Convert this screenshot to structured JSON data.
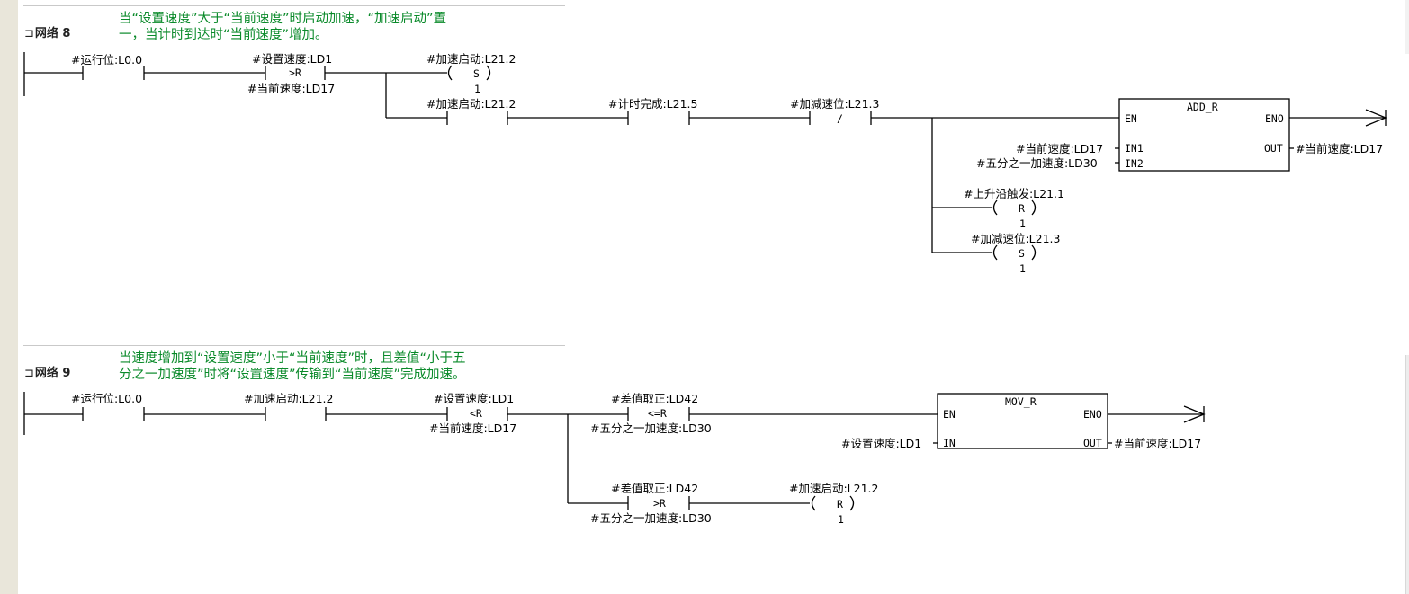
{
  "networks": [
    {
      "title": "网络 8",
      "comment_lines": [
        "当“设置速度”大于“当前速度”时启动加速，“加速启动”置",
        "一，当计时到达时“当前速度”增加。"
      ],
      "elements": {
        "c1_label": "#运行位:L0.0",
        "cmp1_top": "#设置速度:LD1",
        "cmp1_op": ">R",
        "cmp1_bottom": "#当前速度:LD17",
        "coil1_label": "#加速启动:L21.2",
        "coil1_type": "S",
        "coil1_n": "1",
        "c2_label": "#加速启动:L21.2",
        "c3_label": "#计时完成:L21.5",
        "c4_label": "#加减速位:L21.3",
        "c4_mark": "/",
        "box_title": "ADD_R",
        "box_en": "EN",
        "box_eno": "ENO",
        "box_in1": "IN1",
        "box_in2": "IN2",
        "box_out": "OUT",
        "in1_label": "#当前速度:LD17",
        "in2_label": "#五分之一加速度:LD30",
        "out_label": "#当前速度:LD17",
        "coil2_label": "#上升沿触发:L21.1",
        "coil2_type": "R",
        "coil2_n": "1",
        "coil3_label": "#加减速位:L21.3",
        "coil3_type": "S",
        "coil3_n": "1"
      }
    },
    {
      "title": "网络 9",
      "comment_lines": [
        "当速度增加到“设置速度”小于“当前速度”时，且差值“小于五",
        "分之一加速度”时将“设置速度”传输到“当前速度”完成加速。"
      ],
      "elements": {
        "c1_label": "#运行位:L0.0",
        "c2_label": "#加速启动:L21.2",
        "cmp1_top": "#设置速度:LD1",
        "cmp1_op": "<R",
        "cmp1_bottom": "#当前速度:LD17",
        "cmp2_top": "#差值取正:LD42",
        "cmp2_op": "<=R",
        "cmp2_bottom": "#五分之一加速度:LD30",
        "box_title": "MOV_R",
        "box_en": "EN",
        "box_eno": "ENO",
        "box_in": "IN",
        "box_out": "OUT",
        "in_label": "#设置速度:LD1",
        "out_label": "#当前速度:LD17",
        "cmp3_top": "#差值取正:LD42",
        "cmp3_op": ">R",
        "cmp3_bottom": "#五分之一加速度:LD30",
        "coil_label": "#加速启动:L21.2",
        "coil_type": "R",
        "coil_n": "1"
      }
    }
  ]
}
